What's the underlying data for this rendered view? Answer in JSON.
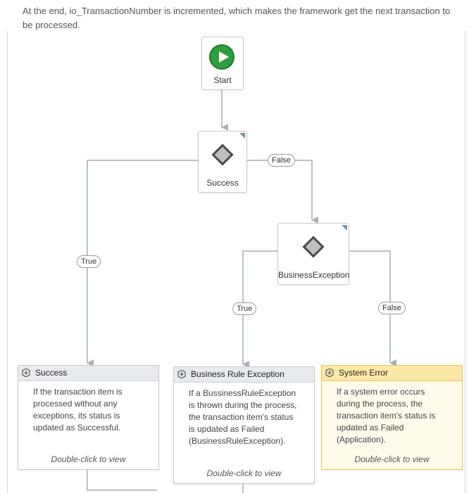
{
  "description": "At the end, io_TransactionNumber is incremented, which makes the framework get the next transaction to be processed.",
  "start": {
    "label": "Start"
  },
  "decisions": [
    {
      "label": "Success"
    },
    {
      "label": "BusinessException"
    }
  ],
  "edges": {
    "success_false": "False",
    "success_true": "True",
    "business_true": "True",
    "business_false": "False"
  },
  "cards": [
    {
      "title": "Success",
      "body": "If the transaction item is processed without any exceptions, its status is updated as Successful.",
      "footer": "Double-click to view"
    },
    {
      "title": "Business Rule Exception",
      "body": "If a BussinessRuleException is thrown during the process, the transaction item's status is updated as Failed (BusinessRuleException).",
      "footer": "Double-click to view"
    },
    {
      "title": "System Error",
      "body": "If a system error occurs during the process, the transaction item's status is updated as Failed (Application).",
      "footer": "Double-click to view"
    }
  ],
  "colors": {
    "start": "#2e9e3e",
    "warn_header": "#fde9a6",
    "connector": "#b8c2cc"
  },
  "icons": [
    "play-icon",
    "decision-diamond-icon",
    "activity-icon"
  ]
}
